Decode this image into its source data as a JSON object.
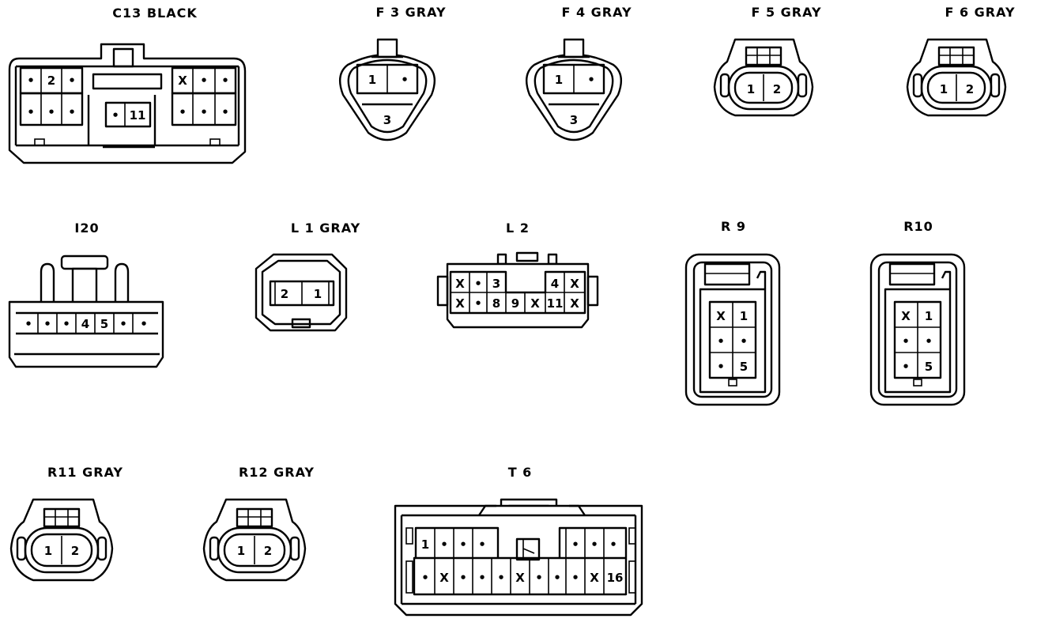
{
  "connectors": [
    {
      "id": "c13",
      "title": "C13 BLACK",
      "cells": [
        [
          "•",
          "2",
          "•"
        ],
        [
          "X",
          "•",
          "•"
        ],
        [
          "•",
          "•",
          "•"
        ],
        [
          "•",
          "11"
        ],
        [
          "•",
          "•",
          "•"
        ]
      ]
    },
    {
      "id": "f3",
      "title": "F 3 GRAY",
      "cells": [
        "1",
        "•",
        "3"
      ]
    },
    {
      "id": "f4",
      "title": "F 4 GRAY",
      "cells": [
        "1",
        "•",
        "3"
      ]
    },
    {
      "id": "f5",
      "title": "F 5 GRAY",
      "cells": [
        "1",
        "2"
      ]
    },
    {
      "id": "f6",
      "title": "F 6 GRAY",
      "cells": [
        "1",
        "2"
      ]
    },
    {
      "id": "i20",
      "title": "I20",
      "cells": [
        "•",
        "•",
        "•",
        "4",
        "5",
        "•",
        "•"
      ]
    },
    {
      "id": "l1",
      "title": "L 1 GRAY",
      "cells": [
        "2",
        "1"
      ]
    },
    {
      "id": "l2",
      "title": "L 2",
      "cells": [
        [
          "X",
          "•",
          "3",
          "4",
          "X"
        ],
        [
          "X",
          "•",
          "8",
          "9",
          "X",
          "11",
          "X"
        ]
      ]
    },
    {
      "id": "r9",
      "title": "R 9",
      "cells": [
        "X",
        "1",
        "•",
        "•",
        "•",
        "5"
      ]
    },
    {
      "id": "r10",
      "title": "R10",
      "cells": [
        "X",
        "1",
        "•",
        "•",
        "•",
        "5"
      ]
    },
    {
      "id": "r11",
      "title": "R11 GRAY",
      "cells": [
        "1",
        "2"
      ]
    },
    {
      "id": "r12",
      "title": "R12 GRAY",
      "cells": [
        "1",
        "2"
      ]
    },
    {
      "id": "t6",
      "title": "T 6",
      "cells": [
        [
          "1",
          "•",
          "•",
          "•",
          "•",
          "•",
          "•"
        ],
        [
          "•",
          "X",
          "•",
          "•",
          "•",
          "X",
          "•",
          "•",
          "•",
          "X",
          "16"
        ]
      ]
    }
  ]
}
